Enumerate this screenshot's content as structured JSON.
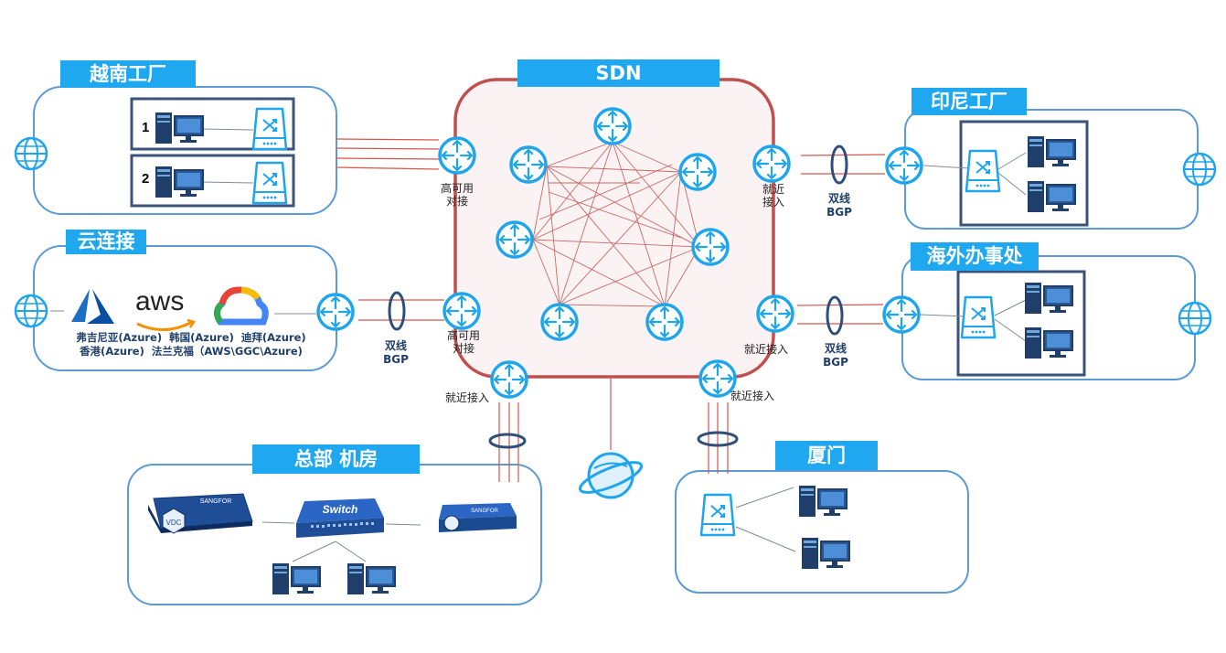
{
  "sections": {
    "vietnam_factory": "越南工厂",
    "cloud_connect": "云连接",
    "sdn": "SDN",
    "indonesia_factory": "印尼工厂",
    "overseas_office": "海外办事处",
    "hq_datacenter": "总部 机房",
    "xiamen": "厦门"
  },
  "vietnam_lines": [
    "1",
    "2"
  ],
  "labels": {
    "ha_access_1": "高可用\n对接",
    "ha_access_2": "高可用\n对接",
    "nearby_access_indonesia": "就近\n接入",
    "nearby_access_office": "就近接入",
    "nearby_access_hq": "就近接入",
    "nearby_access_xiamen": "就近接入",
    "dual_bgp_indonesia": "双线\nBGP",
    "dual_bgp_office": "双线\nBGP",
    "dual_bgp_cloud": "双线\nBGP"
  },
  "cloud": {
    "aws_logo": "aws",
    "regions_line1": "弗吉尼亚(Azure)  韩国(Azure)  迪拜(Azure)",
    "regions_line2": "香港(Azure)  法兰克福（AWS\\GGC\\Azure)"
  },
  "devices": {
    "switch_label": "Switch",
    "sangfor_label": "SANGFOR",
    "vdc_label": "VDC"
  },
  "colors": {
    "tag_blue": "#1fa8f0",
    "outline_blue": "#5b9bd5",
    "icon_blue": "#1ea5ec",
    "sdn_border": "#c0504d",
    "link_red": "#d9534f",
    "server_navy": "#1f3f6a"
  }
}
